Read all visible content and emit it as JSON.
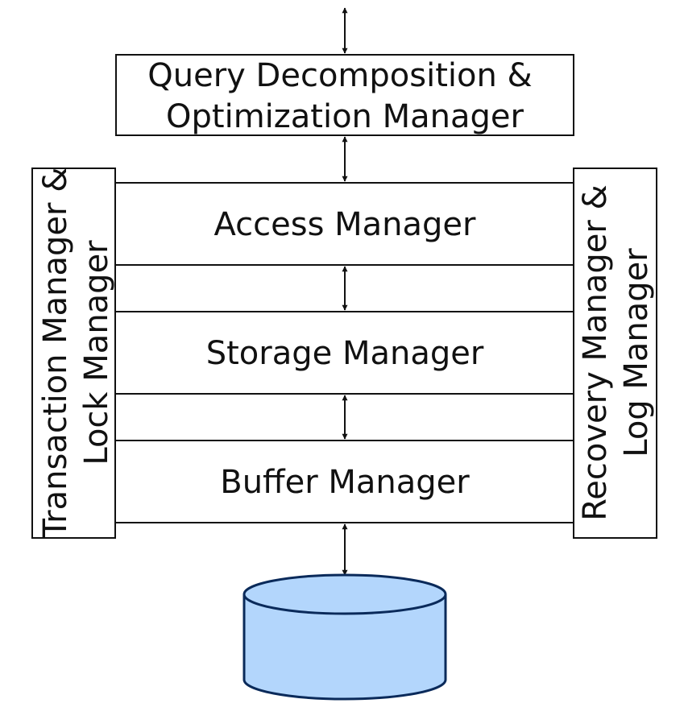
{
  "diagram": {
    "query_manager": {
      "line1": "Query Decomposition &",
      "line2": "Optimization Manager"
    },
    "access_manager": "Access Manager",
    "storage_manager": "Storage Manager",
    "buffer_manager": "Buffer Manager",
    "transaction_manager": {
      "line1": "Transaction Manager &",
      "line2": "Lock Manager"
    },
    "recovery_manager": {
      "line1": "Recovery Manager &",
      "line2": "Log Manager"
    },
    "database_icon": "database-cylinder-icon",
    "colors": {
      "line": "#111111",
      "cylinder_fill": "#b3d6fc",
      "cylinder_stroke": "#0a2a5a"
    }
  }
}
